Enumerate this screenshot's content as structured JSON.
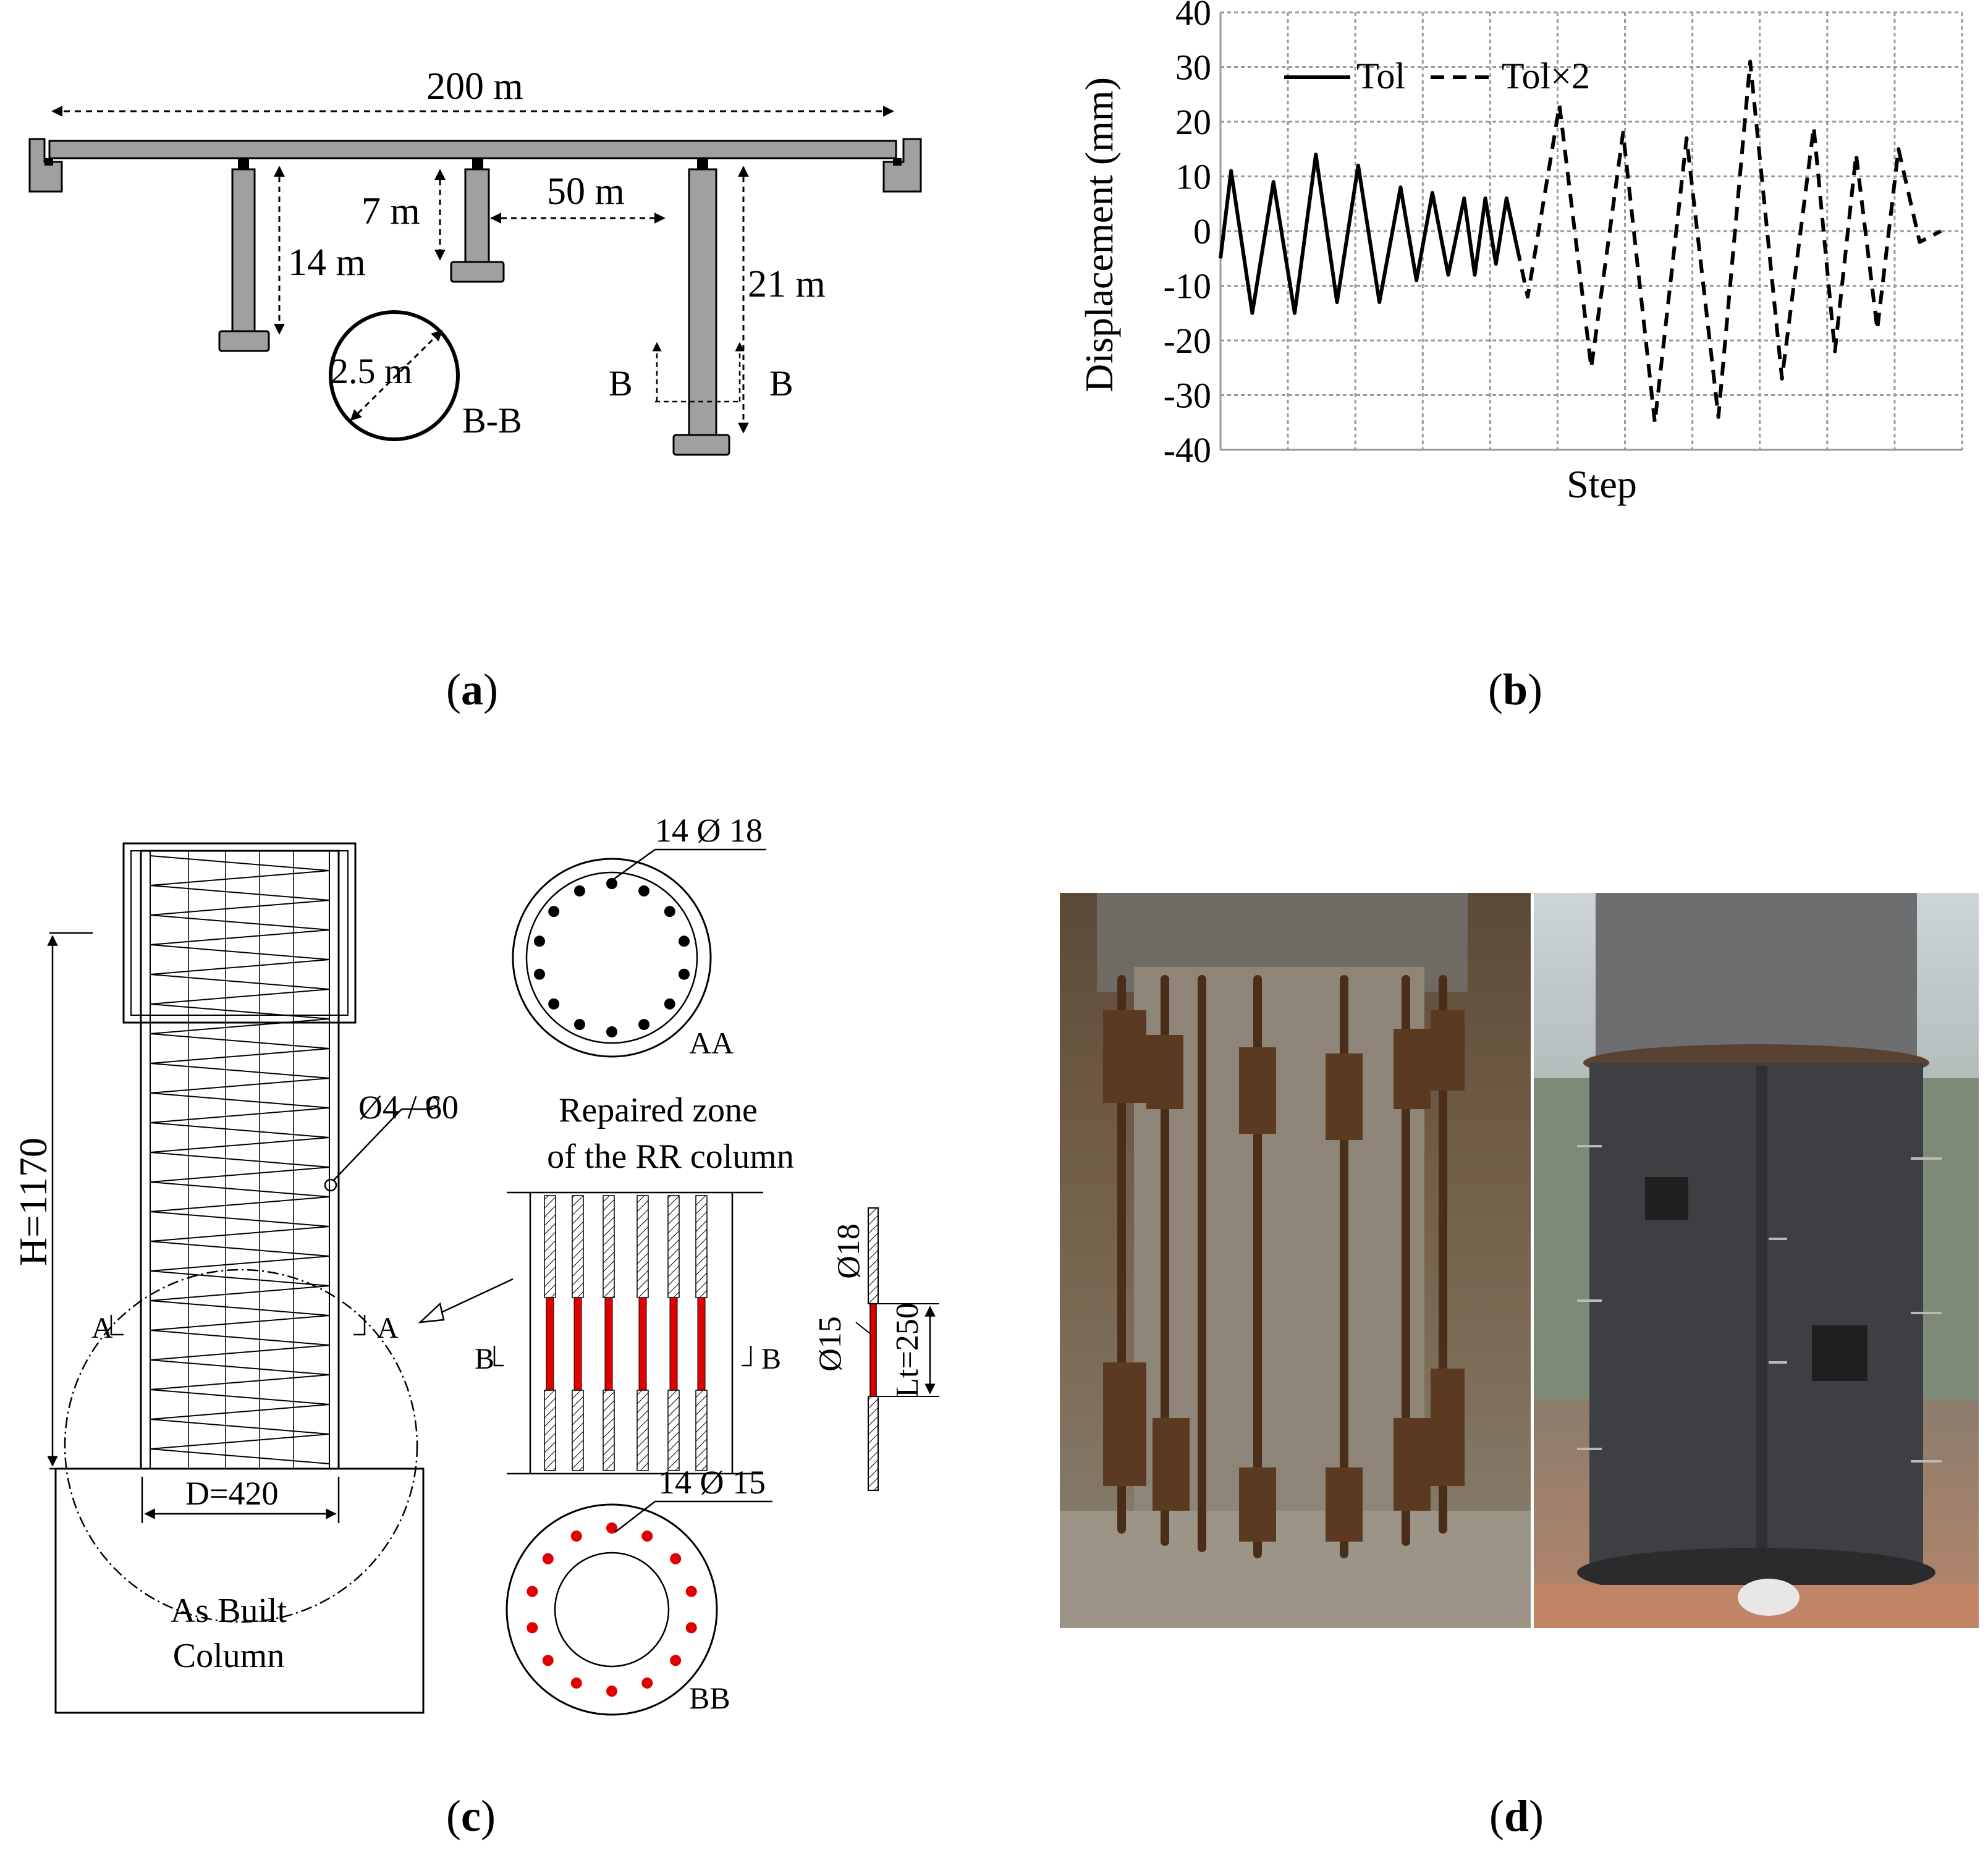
{
  "captions": {
    "a": "a",
    "b": "b",
    "c": "c",
    "d": "d"
  },
  "panel_a": {
    "span_label": "200 m",
    "pier1_height": "14 m",
    "pier2_height": "7 m",
    "pier_spacing": "50 m",
    "pier3_height": "21 m",
    "section_diameter": "2.5 m",
    "section_label": "B-B",
    "cut_left": "B",
    "cut_right": "B"
  },
  "panel_c": {
    "column_height": "H=1170",
    "stirrups": "Ø4 / 60",
    "column_diameter": "D=420",
    "as_built_line1": "As Built",
    "as_built_line2": "Column",
    "section_a_left": "A",
    "section_a_right": "A",
    "section_aa_bars": "14 Ø 18",
    "section_aa_label": "AA",
    "repaired_line1": "Repaired zone",
    "repaired_line2": "of the RR column",
    "section_b_left": "B",
    "section_b_right": "B",
    "bar_diam_top": "Ø18",
    "bar_diam_reduced": "Ø15",
    "bar_length": "Lt=250",
    "section_bb_bars": "14 Ø 15",
    "section_bb_label": "BB"
  },
  "chart_data": {
    "type": "line",
    "xlabel": "Step",
    "ylabel": "Displacement  (mm)",
    "ylim": [
      -40,
      40
    ],
    "yticks": [
      "40",
      "30",
      "20",
      "10",
      "0",
      "-10",
      "-20",
      "-30",
      "-40"
    ],
    "grid": true,
    "legend": "top-left",
    "series": [
      {
        "name": "Tol",
        "style": "solid",
        "x": [
          0,
          1,
          3,
          5,
          7,
          9,
          11,
          13,
          15,
          17,
          18.5,
          20,
          21.5,
          23,
          24,
          25,
          26,
          27,
          28
        ],
        "values": [
          -5,
          11,
          -15,
          9,
          -15,
          14,
          -13,
          12,
          -13,
          8,
          -9,
          7,
          -8,
          6,
          -8,
          6,
          -6,
          6,
          -3
        ]
      },
      {
        "name": "Tol×2",
        "style": "dashed",
        "x": [
          28,
          29,
          32,
          35,
          38,
          41,
          44,
          47,
          50,
          53,
          56,
          58,
          60,
          62,
          64,
          66,
          68
        ],
        "values": [
          -3,
          -12,
          23,
          -25,
          18,
          -35,
          17,
          -34,
          31,
          -27,
          19,
          -22,
          14,
          -18,
          15,
          -2,
          0
        ]
      }
    ],
    "xlim": [
      0,
      70
    ]
  },
  "colors": {
    "structure": "#a0a0a0",
    "repair_bar": "#e00000",
    "ink": "#000000"
  }
}
